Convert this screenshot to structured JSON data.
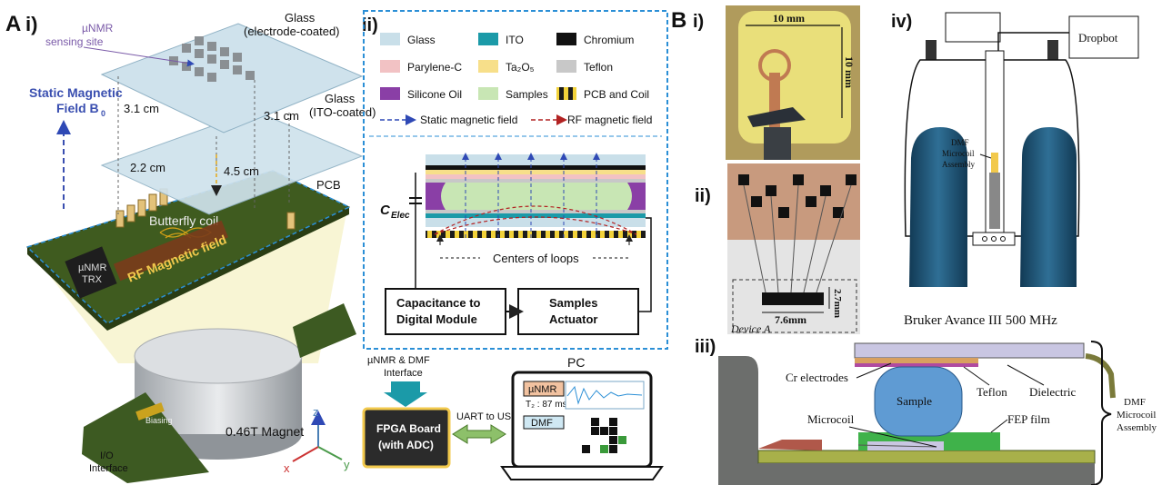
{
  "panelA": {
    "label": "A",
    "sub_i": "i)",
    "sub_ii": "ii)",
    "unmr_site_1": "µNMR",
    "unmr_site_2": "sensing site",
    "glass_top_1": "Glass",
    "glass_top_2": "(electrode-coated)",
    "glass_ito_1": "Glass",
    "glass_ito_2": "(ITO-coated)",
    "dim_31a": "3.1 cm",
    "dim_31b": "3.1 cm",
    "dim_45": "4.5 cm",
    "dim_22": "2.2 cm",
    "static_field_1": "Static Magnetic",
    "static_field_2": "Field B",
    "static_field_sub": "0",
    "pcb": "PCB",
    "butterfly": "Butterfly coil",
    "rf_field": "RF Magnetic field",
    "trx_1": "µNMR",
    "trx_2": "TRX",
    "magnet": "0.46T Magnet",
    "io_1": "I/O",
    "io_2": "Interface",
    "axis_z": "z",
    "axis_x": "x",
    "axis_y": "y",
    "biasing": "Biasing",
    "legend": {
      "glass": "Glass",
      "ito": "ITO",
      "chromium": "Chromium",
      "parylene": "Parylene-C",
      "ta2o5": "Ta₂O₅",
      "teflon": "Teflon",
      "silicone": "Silicone Oil",
      "samples": "Samples",
      "pcb_coil": "PCB and Coil",
      "static_mf": "Static magnetic field",
      "rf_mf": "RF magnetic field"
    },
    "c_elec": "C",
    "c_elec_sub": "Elec",
    "centers": "Centers of loops",
    "cap_1": "Capacitance to",
    "cap_2": "Digital Module",
    "act_1": "Samples",
    "act_2": "Actuator",
    "iface_1": "µNMR & DMF",
    "iface_2": "Interface",
    "fpga_1": "FPGA Board",
    "fpga_2": "(with ADC)",
    "uart": "UART to USB",
    "pc": "PC",
    "pc_unmr": "µNMR",
    "pc_t2": "T₂ : 87 ms",
    "pc_dmf": "DMF"
  },
  "panelB": {
    "label": "B",
    "sub_i": "i)",
    "sub_ii": "ii)",
    "sub_iii": "iii)",
    "sub_iv": "iv)",
    "dim10_h": "10 mm",
    "dim10_v": "10 mm",
    "dim_27": "2.7mm",
    "dim_76": "7.6mm",
    "device": "Device A",
    "dropbot": "Dropbot",
    "dmf_1": "DMF",
    "dmf_2": "Microcoil",
    "dmf_3": "Assembly",
    "bruker": "Bruker Avance III 500 MHz",
    "cr": "Cr electrodes",
    "teflon": "Teflon",
    "dielectric": "Dielectric",
    "sample": "Sample",
    "microcoil": "Microcoil",
    "fep": "FEP film",
    "asm_1": "DMF",
    "asm_2": "Microcoil",
    "asm_3": "Assembly"
  },
  "colors": {
    "glass": "#c9dfe9",
    "ito": "#1b9aa8",
    "chromium": "#111111",
    "parylene": "#f2c2c4",
    "ta2o5": "#f7df8a",
    "teflon": "#c8c8c8",
    "silicone": "#8a3fa6",
    "samples": "#c8e6b4",
    "pcb_green": "#5e7a2a",
    "magnet_blue": "#1f5374",
    "dashed_blue": "#2b8fd6",
    "field_blue": "#2f49b5"
  }
}
